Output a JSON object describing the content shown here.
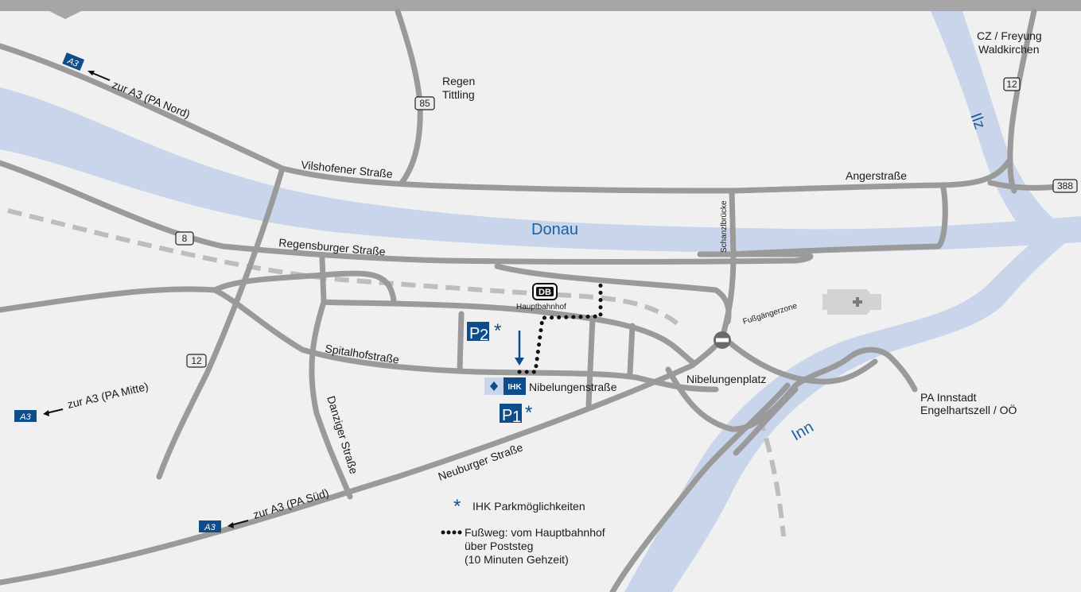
{
  "water": {
    "donau": "Donau",
    "inn": "Inn",
    "ilz": "Ilz"
  },
  "streets": {
    "vilshofener": "Vilshofener Straße",
    "angerstrasse": "Angerstraße",
    "regensburger": "Regensburger Straße",
    "spitalhof": "Spitalhofstraße",
    "nibelungen": "Nibelungenstraße",
    "neuburger": "Neuburger Straße",
    "danziger": "Danziger Straße",
    "schanzlbruecke": "Schanzlbrücke",
    "fussgaengerzone": "Fußgängerzone",
    "nibelungenplatz": "Nibelungenplatz",
    "hauptbahnhof": "Hauptbahnhof"
  },
  "directions": {
    "regen": "Regen",
    "tittling": "Tittling",
    "cz_freyung": "CZ / Freyung",
    "waldkirchen": "Waldkirchen",
    "pa_innstadt": "PA Innstadt",
    "engelhartszell": "Engelhartszell / OÖ",
    "a3_nord": "zur A3 (PA Nord)",
    "a3_mitte": "zur A3 (PA Mitte)",
    "a3_sued": "zur A3 (PA Süd)"
  },
  "shields": {
    "r85": "85",
    "r12_north": "12",
    "r388": "388",
    "r8": "8",
    "r12_west": "12",
    "a3": "A3",
    "db": "DB"
  },
  "parking": {
    "p1": "P",
    "p1_sub": "1",
    "p2": "P",
    "p2_sub": "2",
    "ihk": "IHK"
  },
  "legend": {
    "parking": "IHK Parkmöglichkeiten",
    "walk_line1": "Fußweg: vom Hauptbahnhof",
    "walk_line2": "über Poststeg",
    "walk_line3": "(10 Minuten Gehzeit)"
  },
  "colors": {
    "background": "#f0f0f0",
    "water": "#c9d5ea",
    "road": "#9a9a9a",
    "brand_blue": "#0f4c8a",
    "rail": "#bdbdbd"
  }
}
